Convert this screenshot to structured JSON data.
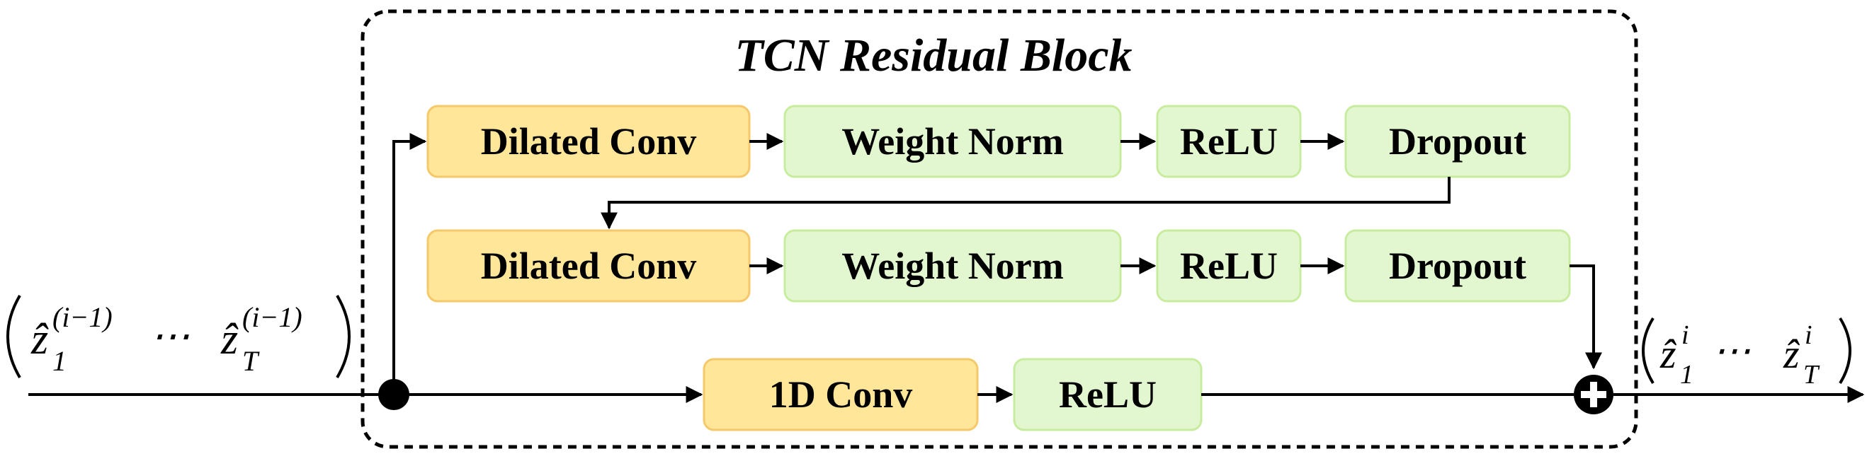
{
  "title": "TCN Residual Block",
  "nodes": {
    "conv1": {
      "label": "Dilated Conv",
      "color": "#ffe699"
    },
    "norm1": {
      "label": "Weight Norm",
      "color": "#e2f7cf"
    },
    "relu1": {
      "label": "ReLU",
      "color": "#e2f7cf"
    },
    "drop1": {
      "label": "Dropout",
      "color": "#e2f7cf"
    },
    "conv2": {
      "label": "Dilated Conv",
      "color": "#ffe699"
    },
    "norm2": {
      "label": "Weight Norm",
      "color": "#e2f7cf"
    },
    "relu2": {
      "label": "ReLU",
      "color": "#e2f7cf"
    },
    "drop2": {
      "label": "Dropout",
      "color": "#e2f7cf"
    },
    "conv1d": {
      "label": "1D Conv",
      "color": "#ffe699"
    },
    "relu3": {
      "label": "ReLU",
      "color": "#e2f7cf"
    }
  },
  "input": {
    "label": "(ẑ1^(i−1), ⋯, ẑT^(i−1))",
    "symbol": "ẑ",
    "sub_first": "1",
    "sub_last": "T",
    "sup": "(i−1)",
    "ellipsis": "⋯"
  },
  "output": {
    "label": "(ẑ1^i, ⋯, ẑT^i)",
    "symbol": "ẑ",
    "sub_first": "1",
    "sub_last": "T",
    "sup": "i",
    "ellipsis": "⋯"
  },
  "icons": {
    "split": "junction-dot-icon",
    "add": "plus-circle-icon"
  }
}
